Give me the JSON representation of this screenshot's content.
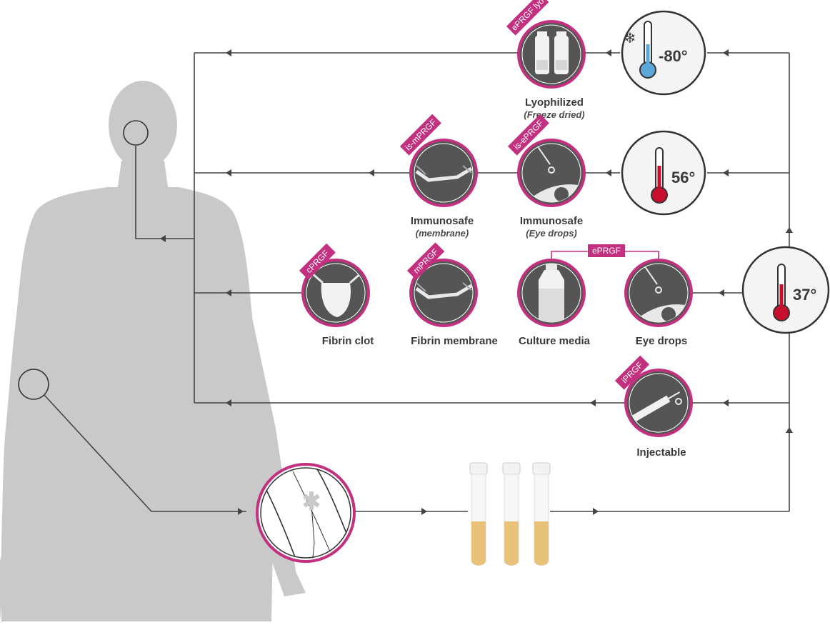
{
  "temperatures": {
    "t80": "-80°",
    "t56": "56°",
    "t37": "37°"
  },
  "products": {
    "lyo": {
      "tag": "ePRGF lyo",
      "label": "Lyophilized",
      "sub": "(Freeze dried)"
    },
    "ism": {
      "tag": "is-mPRGF",
      "label": "Immunosafe",
      "sub": "(membrane)"
    },
    "ise": {
      "tag": "is-ePRGF",
      "label": "Immunosafe",
      "sub": "(Eye drops)"
    },
    "cprgf": {
      "tag": "cPRGF",
      "label": "Fibrin clot"
    },
    "mprgf": {
      "tag": "mPRGF",
      "label": "Fibrin membrane"
    },
    "culture": {
      "label": "Culture media"
    },
    "eye": {
      "label": "Eye drops"
    },
    "eprgf_group": {
      "tag": "ePRGF"
    },
    "iprgf": {
      "tag": "iPRGF",
      "label": "Injectable"
    }
  },
  "colors": {
    "accent": "#c2307f",
    "body": "#c9c9c9",
    "circle_fill": "#555555",
    "tube_plasma": "#e9c27a",
    "therm_blue": "#5aa7d8",
    "therm_red": "#c8102e"
  },
  "icons": [
    "snowflake-icon",
    "thermometer-icon",
    "vial-icon",
    "eye-icon",
    "membrane-icon",
    "clot-icon",
    "bottle-icon",
    "syringe-icon",
    "arm-icon",
    "tube-icon",
    "arrow-icon"
  ]
}
